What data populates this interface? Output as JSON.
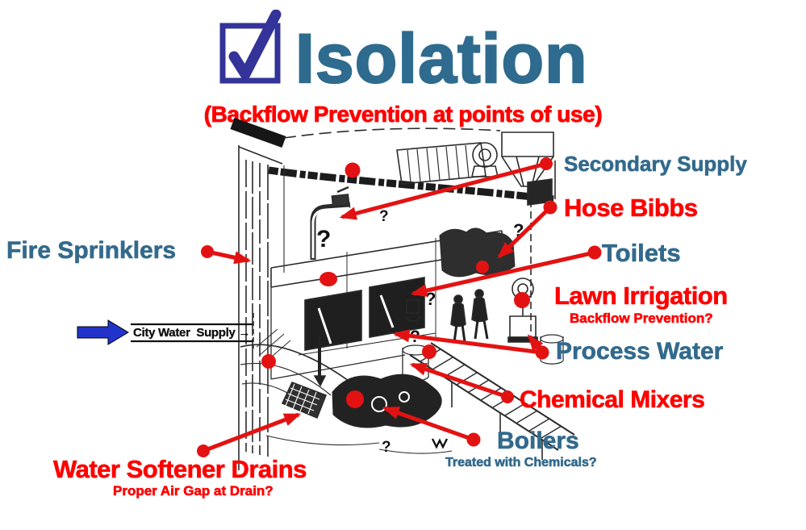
{
  "header": {
    "title": "Isolation",
    "subtitle": "(Backflow Prevention at points of use)",
    "checkbox_state": "checked"
  },
  "callouts": {
    "fire_sprinklers": {
      "label": "Fire Sprinklers"
    },
    "secondary_supply": {
      "label": "Secondary Supply"
    },
    "hose_bibbs": {
      "label": "Hose Bibbs"
    },
    "toilets": {
      "label": "Toilets"
    },
    "lawn_irrigation": {
      "label": "Lawn Irrigation",
      "note": "Backflow Prevention?"
    },
    "process_water": {
      "label": "Process Water"
    },
    "chemical_mixers": {
      "label": "Chemical Mixers"
    },
    "boilers": {
      "label": "Boilers",
      "note": "Treated with Chemicals?"
    },
    "water_softener_drains": {
      "label": "Water Softener Drains",
      "note": "Proper Air Gap at Drain?"
    },
    "city_water_supply": {
      "label": "City Water  Supply →"
    }
  },
  "illustration": {
    "qmark": "?"
  },
  "colors": {
    "title_teal": "#2E6B8E",
    "label_teal": "#336A8C",
    "label_red": "#FF0000",
    "connector_red": "#E31212",
    "checkbox_blue": "#333399",
    "supply_arrow_blue": "#2233CC",
    "ink_black": "#222222"
  }
}
